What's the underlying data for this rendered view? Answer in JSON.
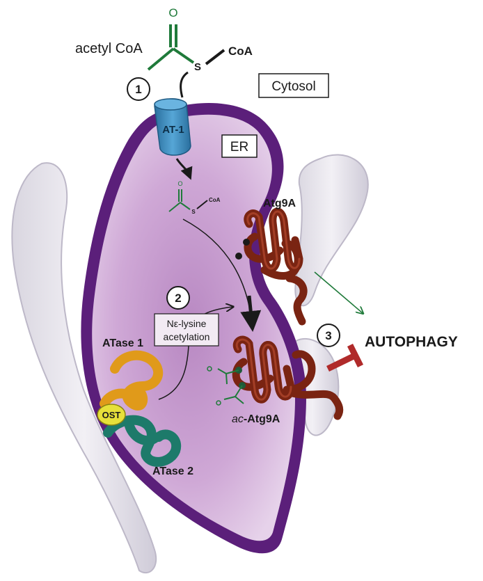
{
  "labels": {
    "acetyl_coa": "acetyl CoA",
    "coa_top": "CoA",
    "s_top": "S",
    "o_top": "O",
    "cytosol": "Cytosol",
    "er": "ER",
    "at1": "AT-1",
    "step1": "1",
    "step2": "2",
    "step3": "3",
    "o_small": "O",
    "s_small": "S",
    "coa_small": "CoA",
    "atg9a": "Atg9A",
    "acetylation_line1": "Nε-lysine",
    "acetylation_line2": "acetylation",
    "atase1": "ATase 1",
    "ost": "OST",
    "atase2": "ATase 2",
    "ac_prefix": "ac",
    "ac_suffix": "-Atg9A",
    "autophagy": "AUTOPHAGY"
  },
  "colors": {
    "er_membrane": "#5b1f7a",
    "er_lumen": "#d9bfdf",
    "golgi": "#e4e1ea",
    "acetyl_green": "#1f7a3a",
    "at1_blue": "#3a86b8",
    "atg9a_brown": "#7a2412",
    "atase1_orange": "#e09a1a",
    "atase2_teal": "#1d7a6a",
    "ost_yellow": "#e6e03a",
    "inhibit_red": "#b02a2a"
  }
}
